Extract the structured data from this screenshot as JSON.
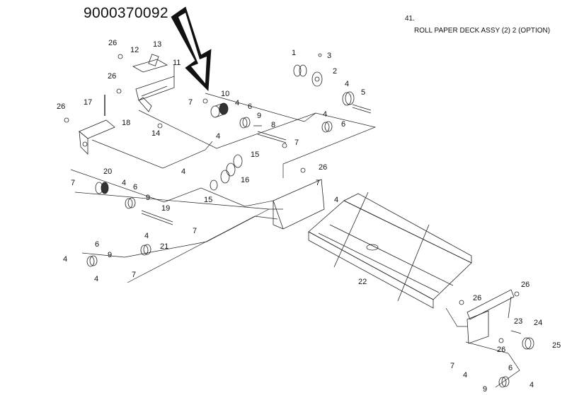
{
  "header": {
    "part_number": "9000370092",
    "figure_number": "41.",
    "figure_title": "ROLL PAPER DECK ASSY (2) 2 (OPTION)"
  },
  "callouts": [
    {
      "id": "c26a",
      "text": "26"
    },
    {
      "id": "c13",
      "text": "13"
    },
    {
      "id": "c12",
      "text": "12"
    },
    {
      "id": "c26b",
      "text": "26"
    },
    {
      "id": "c11",
      "text": "11"
    },
    {
      "id": "c17",
      "text": "17"
    },
    {
      "id": "c26c",
      "text": "26"
    },
    {
      "id": "c18",
      "text": "18"
    },
    {
      "id": "c14",
      "text": "14"
    },
    {
      "id": "c7a",
      "text": "7"
    },
    {
      "id": "c10",
      "text": "10"
    },
    {
      "id": "c4a",
      "text": "4"
    },
    {
      "id": "c6a",
      "text": "6"
    },
    {
      "id": "c9a",
      "text": "9"
    },
    {
      "id": "c8",
      "text": "8"
    },
    {
      "id": "c7b",
      "text": "7"
    },
    {
      "id": "c1",
      "text": "1"
    },
    {
      "id": "c3",
      "text": "3"
    },
    {
      "id": "c2",
      "text": "2"
    },
    {
      "id": "c4b",
      "text": "4"
    },
    {
      "id": "c5",
      "text": "5"
    },
    {
      "id": "c4c",
      "text": "4"
    },
    {
      "id": "c6b",
      "text": "6"
    },
    {
      "id": "c4d",
      "text": "4"
    },
    {
      "id": "c15a",
      "text": "15"
    },
    {
      "id": "c4e",
      "text": "4"
    },
    {
      "id": "c16",
      "text": "16"
    },
    {
      "id": "c15b",
      "text": "15"
    },
    {
      "id": "c26d",
      "text": "26"
    },
    {
      "id": "c7c",
      "text": "7"
    },
    {
      "id": "c20",
      "text": "20"
    },
    {
      "id": "c4f",
      "text": "4"
    },
    {
      "id": "c6c",
      "text": "6"
    },
    {
      "id": "c9b",
      "text": "9"
    },
    {
      "id": "c19",
      "text": "19"
    },
    {
      "id": "c7d",
      "text": "7"
    },
    {
      "id": "c4g",
      "text": "4"
    },
    {
      "id": "c21",
      "text": "21"
    },
    {
      "id": "c4h",
      "text": "4"
    },
    {
      "id": "c6d",
      "text": "6"
    },
    {
      "id": "c9c",
      "text": "9"
    },
    {
      "id": "c4i",
      "text": "4"
    },
    {
      "id": "c7e",
      "text": "7"
    },
    {
      "id": "c7f",
      "text": "7"
    },
    {
      "id": "c4j",
      "text": "4"
    },
    {
      "id": "c22",
      "text": "22"
    },
    {
      "id": "c26e",
      "text": "26"
    },
    {
      "id": "c26f",
      "text": "26"
    },
    {
      "id": "c23",
      "text": "23"
    },
    {
      "id": "c24",
      "text": "24"
    },
    {
      "id": "c25",
      "text": "25"
    },
    {
      "id": "c26g",
      "text": "26"
    },
    {
      "id": "c7g",
      "text": "7"
    },
    {
      "id": "c6e",
      "text": "6"
    },
    {
      "id": "c4k",
      "text": "4"
    },
    {
      "id": "c9d",
      "text": "9"
    },
    {
      "id": "c4l",
      "text": "4"
    }
  ]
}
